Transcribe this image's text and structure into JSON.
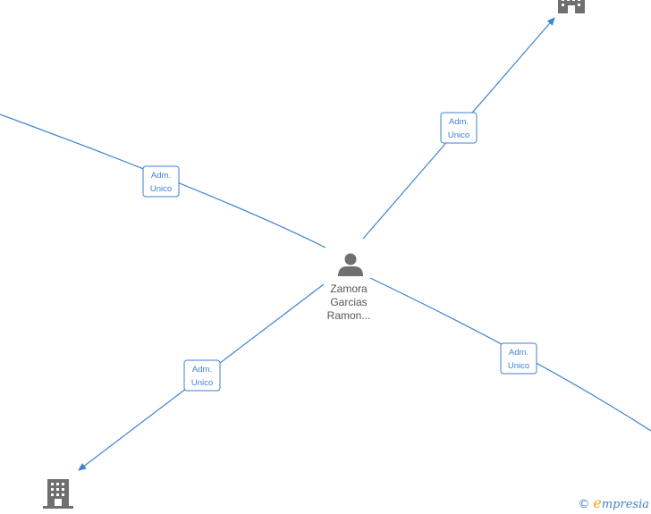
{
  "center_person": {
    "icon": "person-icon",
    "name_lines": [
      "Zamora",
      "Garcias",
      "Ramon..."
    ]
  },
  "edges": [
    {
      "label_lines": [
        "Adm.",
        "Unico"
      ]
    },
    {
      "label_lines": [
        "Adm.",
        "Unico"
      ]
    },
    {
      "label_lines": [
        "Adm.",
        "Unico"
      ]
    },
    {
      "label_lines": [
        "Adm.",
        "Unico"
      ]
    }
  ],
  "companies": [
    {
      "icon": "building-icon"
    },
    {
      "icon": "building-icon"
    }
  ],
  "brand": {
    "copyright": "©",
    "e": "e",
    "rest": "mpresia"
  },
  "colors": {
    "edge": "#3d82d0",
    "node": "#6f6f6f",
    "brand_e": "#f0a11c"
  }
}
